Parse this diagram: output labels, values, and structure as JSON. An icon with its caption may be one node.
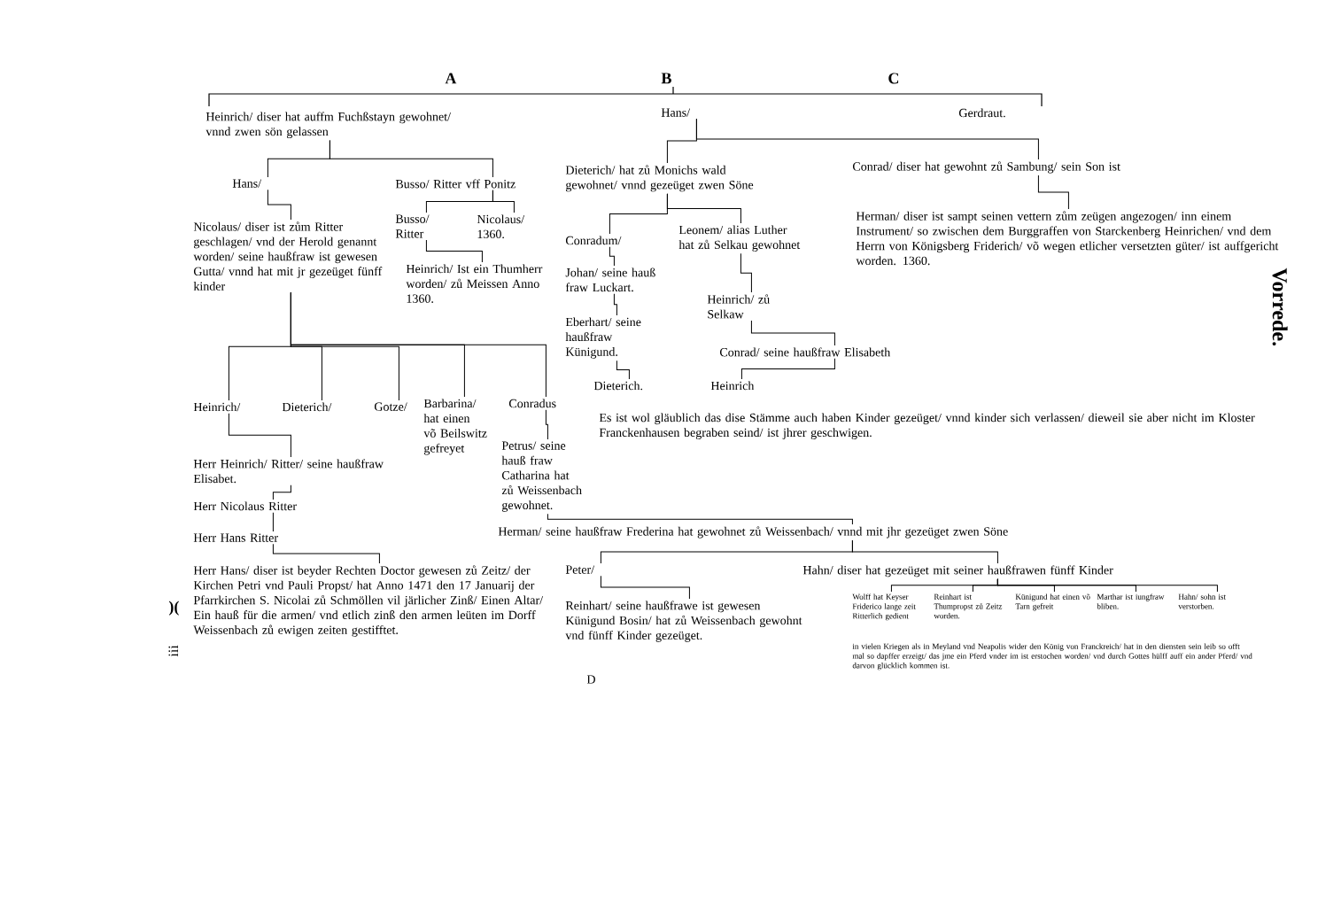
{
  "diagram": {
    "nodes": [
      {
        "text": [
          "Heinrich/ diser hat auffm Fuchßstayn gewohnet/ vnnd zwen sön gelassen"
        ]
      },
      {
        "text": [
          "Hans/"
        ]
      },
      {
        "text": [
          "Gerdraut."
        ]
      },
      {
        "text": [
          "Hans/"
        ]
      },
      {
        "text": [
          "Busso/ Ritter vff Ponitz"
        ]
      },
      {
        "text": [
          "Dieterich/ hat zů Monichs wald gewohnet/ vnnd gezeüget zwen Söne"
        ]
      },
      {
        "text": [
          "Conrad/ diser hat gewohnt zů Sambung/ sein Son ist"
        ]
      },
      {
        "text": [
          "Nicolaus/ diser ist zům Ritter geschlagen/ vnd der Herold genannt worden/ seine haußfraw ist gewesen Gutta/ vnnd hat mit jr gezeüget fünff kinder"
        ]
      },
      {
        "text": [
          "Busso/ Ritter"
        ]
      },
      {
        "text": [
          "Nicolaus/ 1360."
        ]
      },
      {
        "text": [
          "Heinrich/ Ist ein Thumherr worden/ zů Meissen Anno 1360."
        ]
      },
      {
        "text": [
          "Conradum/"
        ]
      },
      {
        "text": [
          "Leonem/ alias Luther hat zů Selkau gewohnet"
        ]
      },
      {
        "text": [
          "Herman/ diser ist sampt seinen vettern zům zeügen angezogen/ inn einem Instrument/ so zwischen dem Burggraffen von Starckenberg Heinrichen/ vnd dem Herrn von Königsberg Friderich/ võ wegen etlicher versetzten güter/ ist auffgericht worden. 1360."
        ]
      },
      {
        "text": [
          "Johan/ seine hauß fraw Luckart."
        ]
      },
      {
        "text": [
          "Heinrich/ zů Selkaw"
        ]
      },
      {
        "text": [
          "Eberhart/ seine haußfraw Künigund."
        ]
      },
      {
        "text": [
          "Conrad/ seine haußfraw Elisabeth"
        ]
      },
      {
        "text": [
          "Dieterich."
        ]
      },
      {
        "text": [
          "Heinrich"
        ]
      },
      {
        "text": [
          "Heinrich/"
        ]
      },
      {
        "text": [
          "Dieterich/"
        ]
      },
      {
        "text": [
          "Gotze/"
        ]
      },
      {
        "text": [
          "Barbarina/ hat einen võ Beilswitz gefreyet"
        ]
      },
      {
        "text": [
          "Conradus"
        ]
      },
      {
        "text": [
          "Herr Heinrich/ Ritter/ seine haußfraw Elisabet."
        ]
      },
      {
        "text": [
          "Petrus/ seine hauß fraw Catharina hat zů Weissenbach gewohnet."
        ]
      },
      {
        "text": [
          "Herr Nicolaus Ritter"
        ]
      },
      {
        "text": [
          "Herman/ seine haußfraw Frederina hat gewohnet zů Weissenbach/ vnnd mit jhr gezeüget zwen Söne"
        ]
      },
      {
        "text": [
          "Herr Hans Ritter"
        ]
      },
      {
        "text": [
          "Herr Hans/ diser ist beyder Rechten Doctor gewesen zů Zeitz/ der Kirchen Petri vnd Pauli Propst/ hat Anno 1471 den 17 Januarij der Pfarrkirchen S. Nicolai zů Schmöllen vil järlicher Zinß/ Einen Altar/ Ein hauß für die armen/ vnd etlich zinß den armen leüten im Dorff Weissenbach zů ewigen zeiten gestifftet."
        ]
      },
      {
        "text": [
          "Peter/"
        ]
      },
      {
        "text": [
          "Hahn/ diser hat gezeüget mit seiner haußfrawen fünff Kinder"
        ]
      },
      {
        "text": [
          "Reinhart/ seine haußfrawe ist gewesen Künigund Bosin/ hat zů Weissenbach gewohnt vnd fünff Kinder gezeüget."
        ]
      },
      {
        "text": [
          "Wolff hat Keyser Friderico lange zeit Ritterlich gedient"
        ]
      },
      {
        "text": [
          "Reinhart ist Thumpropst zů Zeitz worden."
        ]
      },
      {
        "text": [
          "Künigund hat einen võ Tarn gefreit"
        ]
      },
      {
        "text": [
          "Marthar ist iungfraw bliben."
        ]
      },
      {
        "text": [
          "Hahn/ sohn ist verstorben."
        ]
      }
    ],
    "edges": [
      {
        "from": 0,
        "to": 3,
        "arrow": "none"
      },
      {
        "from": 0,
        "to": 4,
        "arrow": "none"
      },
      {
        "from": 1,
        "to": 5,
        "arrow": "none"
      },
      {
        "from": 1,
        "to": 6,
        "arrow": "none"
      },
      {
        "from": 3,
        "to": 7,
        "arrow": "none"
      },
      {
        "from": 4,
        "to": 8,
        "arrow": "none"
      },
      {
        "from": 4,
        "to": 9,
        "arrow": "none"
      },
      {
        "from": 8,
        "to": 10,
        "arrow": "none"
      },
      {
        "from": 5,
        "to": 11,
        "arrow": "none"
      },
      {
        "from": 5,
        "to": 12,
        "arrow": "none"
      },
      {
        "from": 6,
        "to": 13,
        "arrow": "none"
      },
      {
        "from": 11,
        "to": 14,
        "arrow": "none"
      },
      {
        "from": 14,
        "to": 16,
        "arrow": "none"
      },
      {
        "from": 16,
        "to": 18,
        "arrow": "none"
      },
      {
        "from": 12,
        "to": 15,
        "arrow": "none"
      },
      {
        "from": 15,
        "to": 17,
        "arrow": "none"
      },
      {
        "from": 17,
        "to": 19,
        "arrow": "none"
      },
      {
        "from": 7,
        "to": 20,
        "arrow": "none"
      },
      {
        "from": 7,
        "to": 21,
        "arrow": "none"
      },
      {
        "from": 7,
        "to": 22,
        "arrow": "none"
      },
      {
        "from": 7,
        "to": 23,
        "arrow": "none"
      },
      {
        "from": 7,
        "to": 24,
        "arrow": "none"
      },
      {
        "from": 20,
        "to": 25,
        "arrow": "none"
      },
      {
        "from": 25,
        "to": 27,
        "arrow": "none"
      },
      {
        "from": 27,
        "to": 29,
        "arrow": "none"
      },
      {
        "from": 29,
        "to": 30,
        "arrow": "none"
      },
      {
        "from": 24,
        "to": 26,
        "arrow": "none"
      },
      {
        "from": 26,
        "to": 28,
        "arrow": "none"
      },
      {
        "from": 28,
        "to": 31,
        "arrow": "none"
      },
      {
        "from": 28,
        "to": 32,
        "arrow": "none"
      },
      {
        "from": 31,
        "to": 33,
        "arrow": "none"
      },
      {
        "from": 32,
        "to": 34,
        "arrow": "none"
      },
      {
        "from": 32,
        "to": 35,
        "arrow": "none"
      },
      {
        "from": 32,
        "to": 36,
        "arrow": "none"
      },
      {
        "from": 32,
        "to": 37,
        "arrow": "none"
      },
      {
        "from": 32,
        "to": 38,
        "arrow": "none"
      }
    ],
    "labels": [
      "A",
      "B",
      "C",
      "Es ist wol gläublich das dise Stämme auch haben Kinder gezeüget/ vnnd kinder sich verlassen/ dieweil sie aber nicht im Kloster Franckenhausen begraben seind/ ist jhrer geschwigen.",
      "in vielen Kriegen als in Meyland vnd Neapolis wider den König von Franckreich/ hat in den diensten sein leib so offt mal so dapffer erzeigt/ das jme ein Pferd vnder im ist erstochen worden/ vnd durch Gottes hülff auff ein ander Pferd/ vnd darvon glücklich kommen ist.",
      "D",
      "Vorrede.",
      ")(",
      "iii"
    ]
  }
}
